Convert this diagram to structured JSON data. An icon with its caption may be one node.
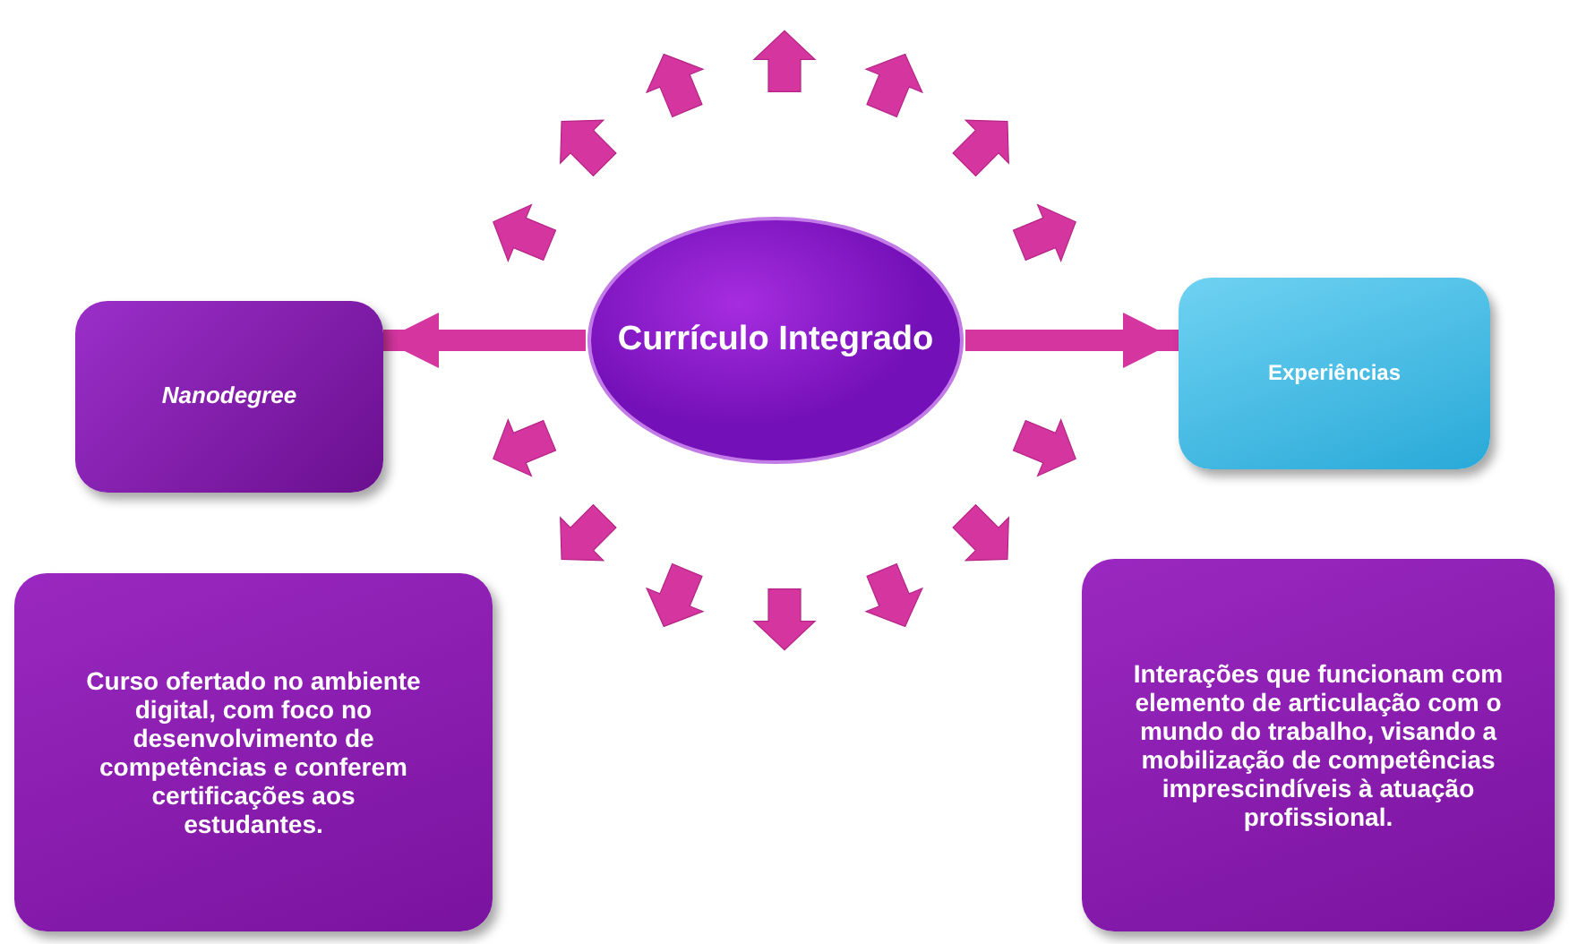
{
  "diagram": {
    "nodes": [
      {
        "text": [
          "Currículo Integrado"
        ]
      },
      {
        "text": [
          "Nanodegree"
        ]
      },
      {
        "text": [
          "Experiências"
        ]
      },
      {
        "text": [
          "Curso ofertado no ambiente digital, com foco no desenvolvimento de competências e conferem certificações aos estudantes."
        ]
      },
      {
        "text": [
          "Interações que funcionam com elemento de articulação com o mundo do trabalho, visando a mobilização de competências imprescindíveis à atuação profissional."
        ]
      }
    ],
    "edges": [
      {
        "from": 0,
        "to": 1,
        "arrow": "to"
      },
      {
        "from": 0,
        "to": 2,
        "arrow": "to"
      }
    ]
  }
}
